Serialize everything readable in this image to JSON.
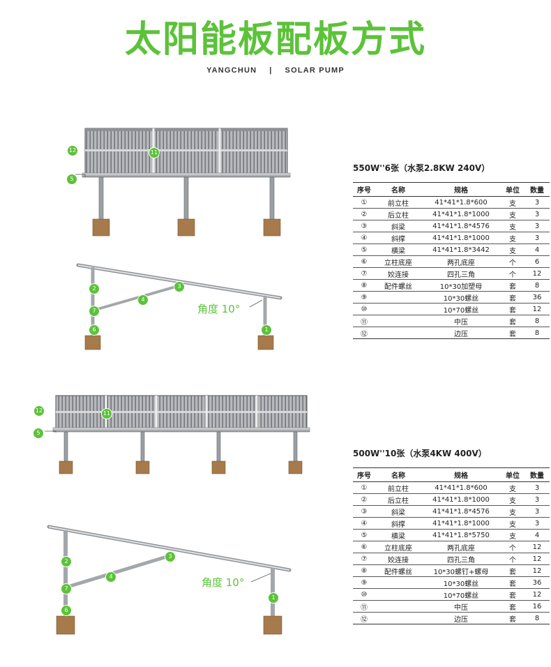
{
  "title": "太阳能板配板方式",
  "subtitle": {
    "left": "YANGCHUN",
    "sep": "|",
    "right": "SOLAR PUMP"
  },
  "diagram1": {
    "angle_label": "角度 10°"
  },
  "diagram2": {
    "angle_label": "角度 10°"
  },
  "labels": {
    "n1": "1",
    "n2": "2",
    "n3": "3",
    "n4": "4",
    "n5": "5",
    "n6": "6",
    "n7": "7",
    "n11": "11",
    "n12": "12"
  },
  "table_headers": [
    "序号",
    "名称",
    "规格",
    "单位",
    "数量"
  ],
  "config1": {
    "caption": "550W''6张（水泵2.8KW 240V）",
    "rows": [
      [
        "①",
        "前立柱",
        "41*41*1.8*600",
        "支",
        "3"
      ],
      [
        "②",
        "后立柱",
        "41*41*1.8*1000",
        "支",
        "3"
      ],
      [
        "③",
        "斜梁",
        "41*41*1.8*4576",
        "支",
        "3"
      ],
      [
        "④",
        "斜撑",
        "41*41*1.8*1000",
        "支",
        "3"
      ],
      [
        "⑤",
        "横梁",
        "41*41*1.8*3442",
        "支",
        "4"
      ],
      [
        "⑥",
        "立柱底座",
        "两孔底座",
        "个",
        "6"
      ],
      [
        "⑦",
        "姣连接",
        "四孔三角",
        "个",
        "12"
      ],
      [
        "⑧",
        "配件螺丝",
        "10*30加塑母",
        "套",
        "8"
      ],
      [
        "⑨",
        "",
        "10*30螺丝",
        "套",
        "36"
      ],
      [
        "⑩",
        "",
        "10*70螺丝",
        "套",
        "12"
      ],
      [
        "⑪",
        "",
        "中压",
        "套",
        "8"
      ],
      [
        "⑫",
        "",
        "边压",
        "套",
        "8"
      ]
    ]
  },
  "config2": {
    "caption": "500W''10张（水泵4KW 400V）",
    "rows": [
      [
        "①",
        "前立柱",
        "41*41*1.8*600",
        "支",
        "3"
      ],
      [
        "②",
        "后立柱",
        "41*41*1.8*1000",
        "支",
        "3"
      ],
      [
        "③",
        "斜梁",
        "41*41*1.8*4576",
        "支",
        "3"
      ],
      [
        "④",
        "斜撑",
        "41*41*1.8*1000",
        "支",
        "3"
      ],
      [
        "⑤",
        "横梁",
        "41*41*1.8*5750",
        "支",
        "4"
      ],
      [
        "⑥",
        "立柱底座",
        "两孔底座",
        "个",
        "12"
      ],
      [
        "⑦",
        "姣连接",
        "四孔三角",
        "个",
        "12"
      ],
      [
        "⑧",
        "配件螺丝",
        "10*30螺钉+螺母",
        "套",
        "12"
      ],
      [
        "⑨",
        "",
        "10*30螺丝",
        "套",
        "36"
      ],
      [
        "⑩",
        "",
        "10*70螺丝",
        "套",
        "12"
      ],
      [
        "⑪",
        "",
        "中压",
        "套",
        "16"
      ],
      [
        "⑫",
        "",
        "边压",
        "套",
        "8"
      ]
    ]
  }
}
